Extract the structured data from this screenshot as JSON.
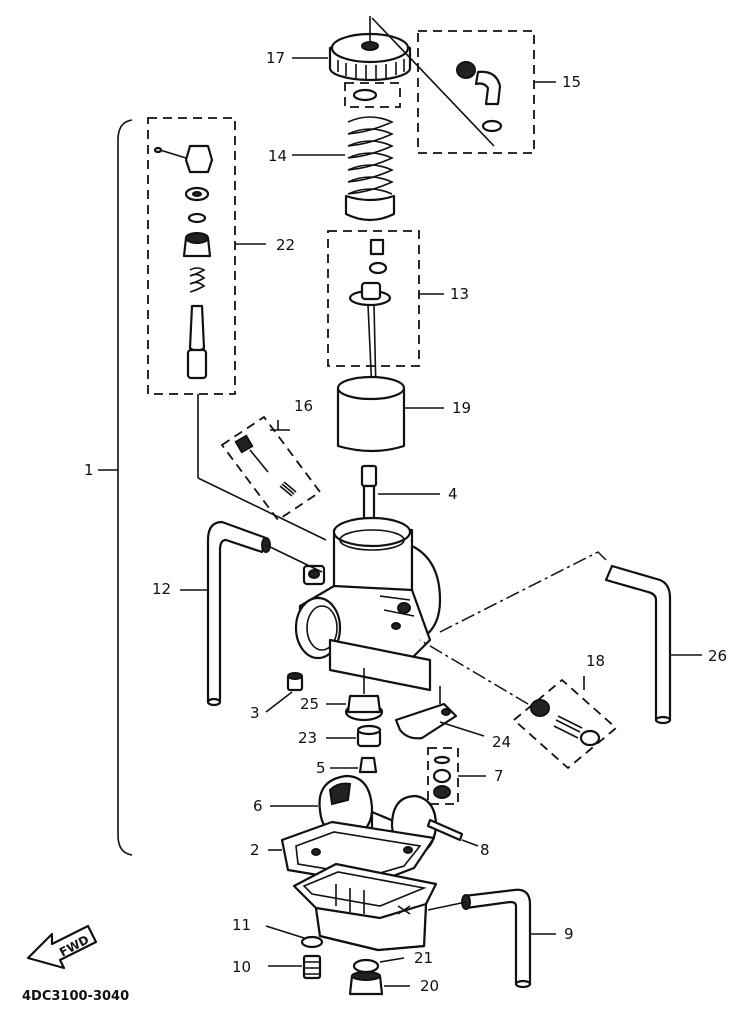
{
  "diagram_code": "4DC3100-3040",
  "fwd_label": "FWD",
  "callouts": {
    "p1": "1",
    "p2": "2",
    "p3": "3",
    "p4": "4",
    "p5": "5",
    "p6": "6",
    "p7": "7",
    "p8": "8",
    "p9": "9",
    "p10": "10",
    "p11": "11",
    "p12": "12",
    "p13": "13",
    "p14": "14",
    "p15": "15",
    "p16": "16",
    "p17": "17",
    "p18": "18",
    "p19": "19",
    "p20": "20",
    "p21": "21",
    "p22": "22",
    "p23": "23",
    "p24": "24",
    "p25": "25",
    "p26": "26"
  }
}
